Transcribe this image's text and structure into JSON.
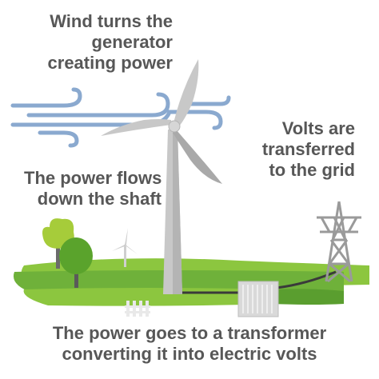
{
  "captions": {
    "wind": {
      "line1": "Wind turns the",
      "line2": "generator",
      "line3": "creating power"
    },
    "shaft": {
      "line1": "The power flows",
      "line2": "down the shaft"
    },
    "grid": {
      "line1": "Volts are",
      "line2": "transferred",
      "line3": "to the grid"
    },
    "transformer": {
      "line1": "The power goes to a transformer",
      "line2": "converting it into electric volts"
    }
  },
  "colors": {
    "text": "#575757",
    "grass_light": "#8cc63f",
    "grass_dark": "#5a9e2f",
    "turbine": "#c8c8c8",
    "turbine_shade": "#a9a9a9",
    "wind_lines": "#8aa9cf",
    "cable": "#3a3a3a",
    "pylon": "#9a9a9a"
  },
  "icons": [
    "wind-lines-icon",
    "wind-turbine-icon",
    "small-turbine-icon",
    "tree-icon",
    "fence-icon",
    "transformer-icon",
    "pylon-icon"
  ]
}
